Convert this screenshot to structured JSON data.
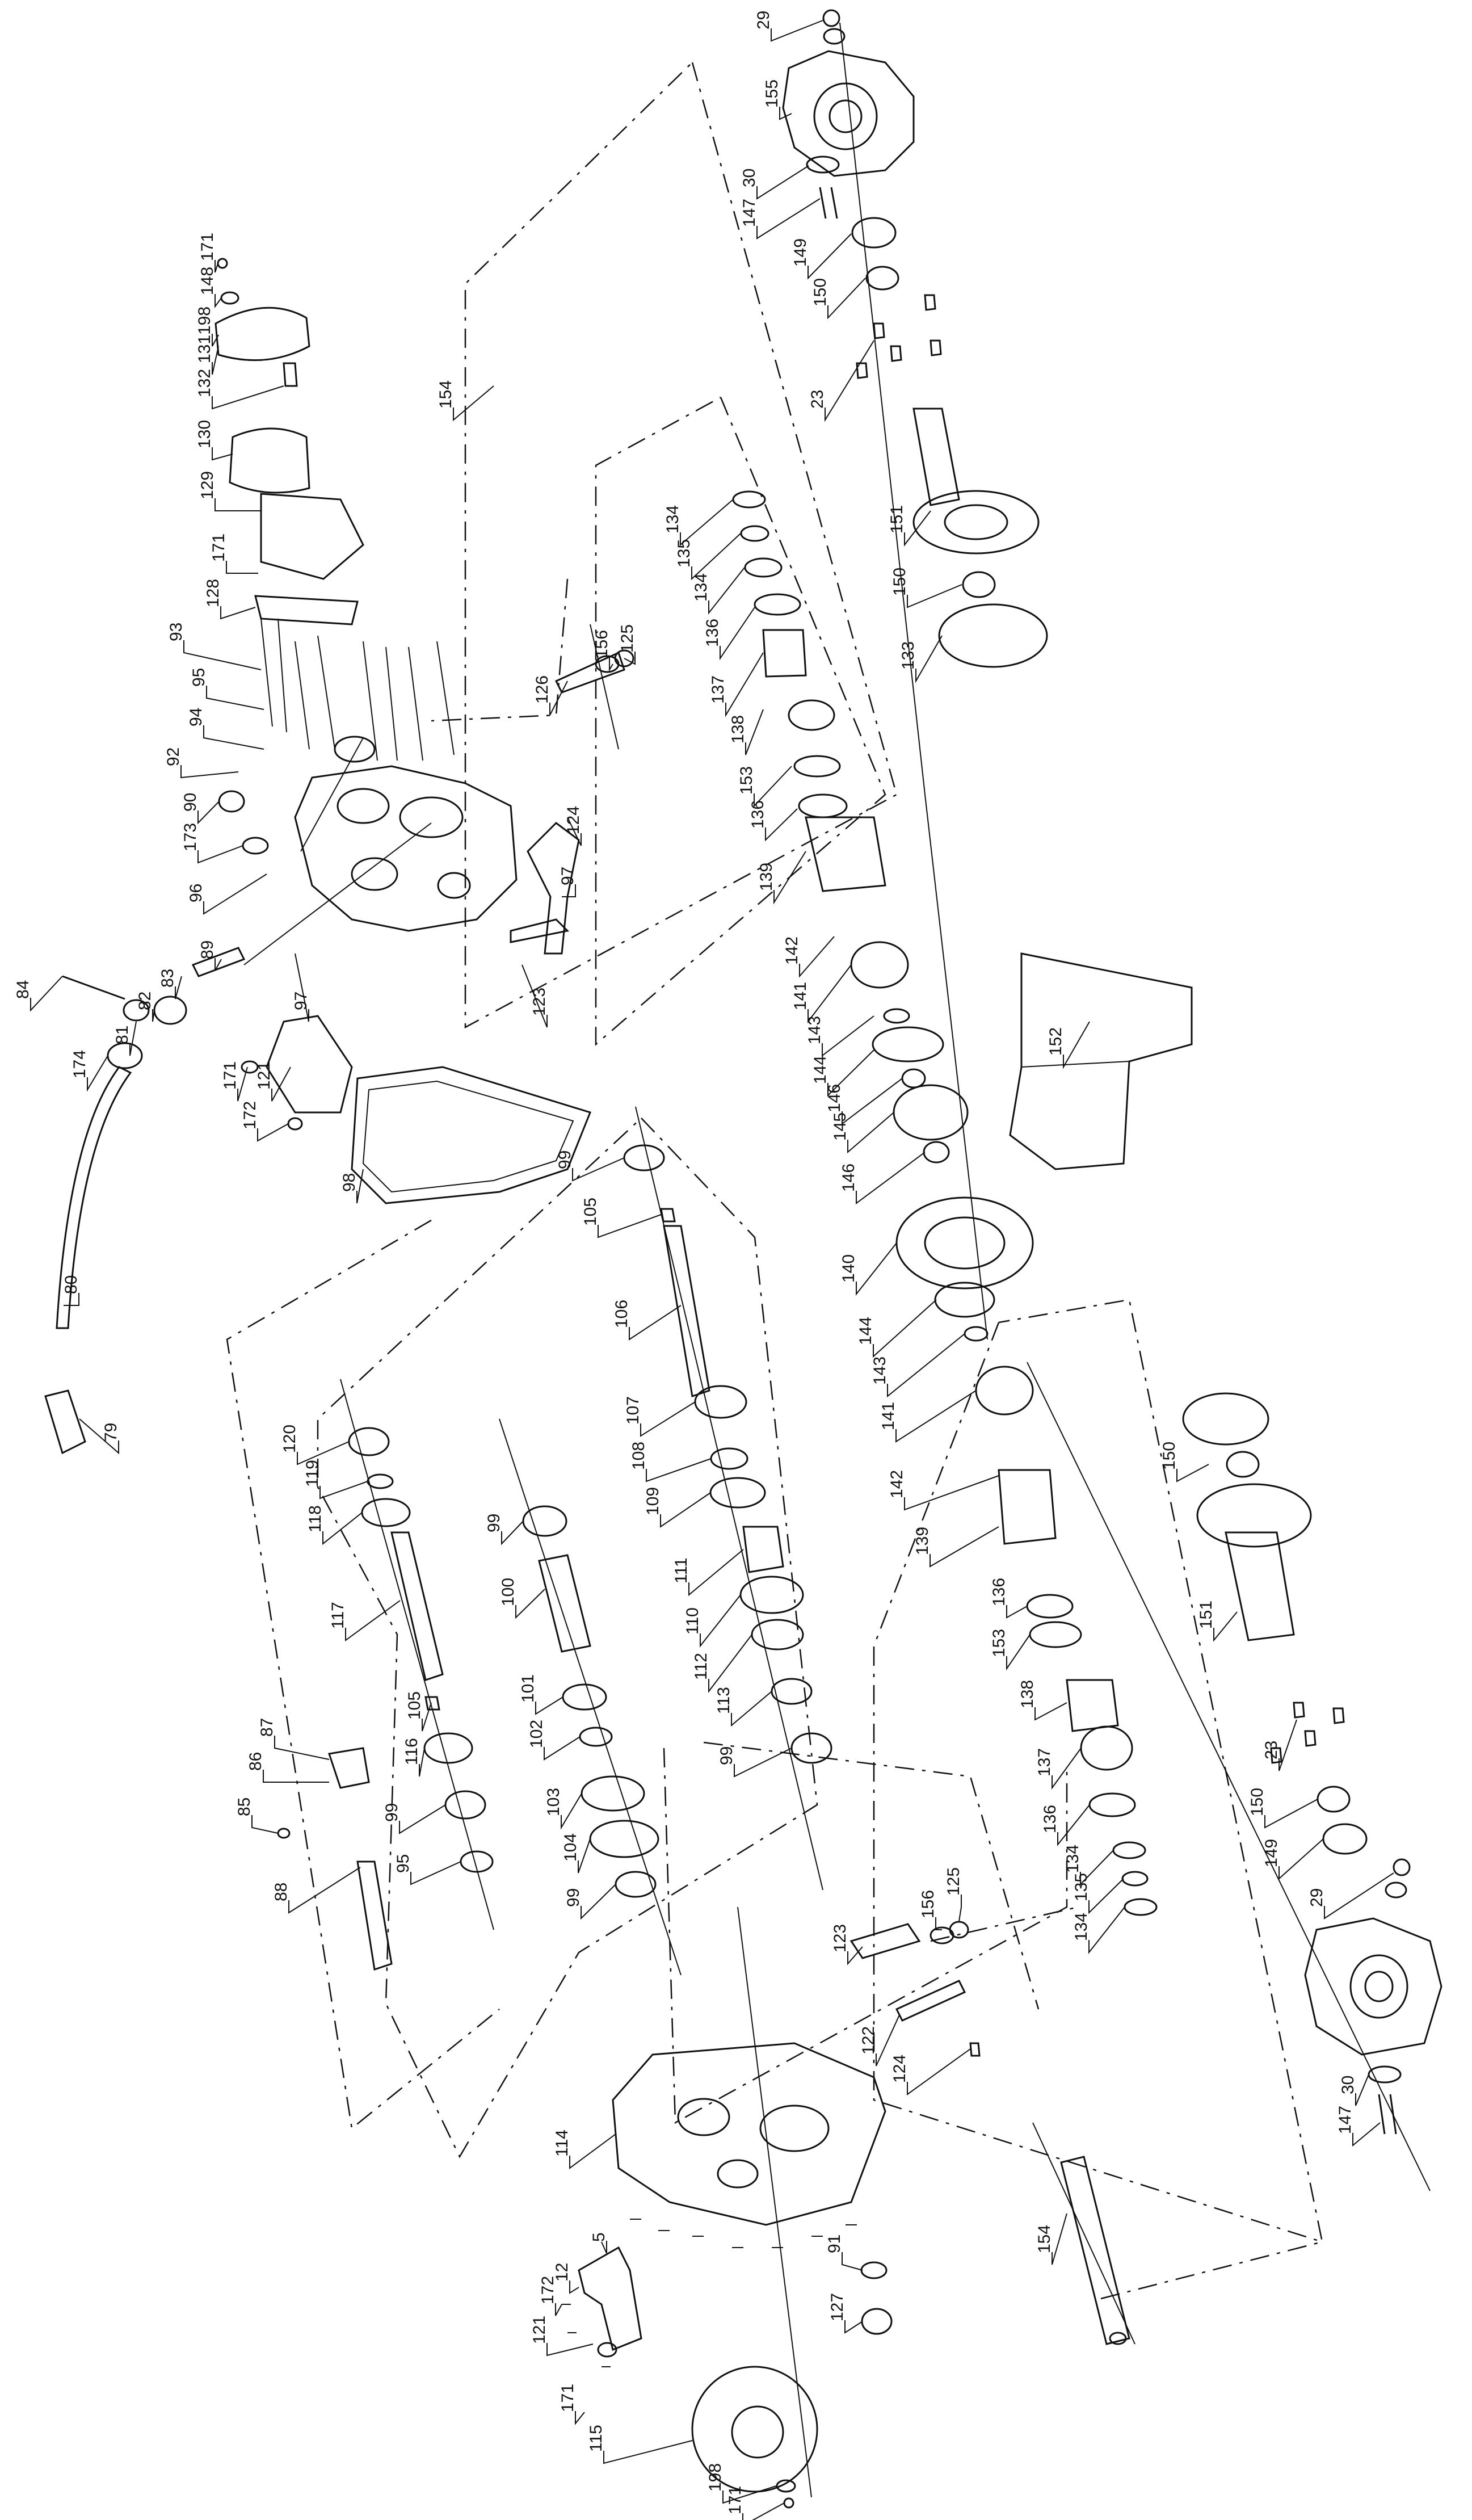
{
  "diagram": {
    "labels": [
      {
        "id": "l1",
        "text": "29"
      },
      {
        "id": "l2",
        "text": "155"
      },
      {
        "id": "l3",
        "text": "30"
      },
      {
        "id": "l4",
        "text": "147"
      },
      {
        "id": "l5",
        "text": "149"
      },
      {
        "id": "l6",
        "text": "150"
      },
      {
        "id": "l7",
        "text": "23"
      },
      {
        "id": "l8",
        "text": "151"
      },
      {
        "id": "l9",
        "text": "150"
      },
      {
        "id": "l10",
        "text": "133"
      },
      {
        "id": "l11",
        "text": "154"
      },
      {
        "id": "l12",
        "text": "134"
      },
      {
        "id": "l13",
        "text": "135"
      },
      {
        "id": "l14",
        "text": "134"
      },
      {
        "id": "l15",
        "text": "136"
      },
      {
        "id": "l16",
        "text": "137"
      },
      {
        "id": "l17",
        "text": "138"
      },
      {
        "id": "l18",
        "text": "153"
      },
      {
        "id": "l19",
        "text": "136"
      },
      {
        "id": "l20",
        "text": "139"
      },
      {
        "id": "l21",
        "text": "142"
      },
      {
        "id": "l22",
        "text": "141"
      },
      {
        "id": "l23",
        "text": "143"
      },
      {
        "id": "l24",
        "text": "144"
      },
      {
        "id": "l25",
        "text": "146"
      },
      {
        "id": "l26",
        "text": "145"
      },
      {
        "id": "l27",
        "text": "146"
      },
      {
        "id": "l28",
        "text": "140"
      },
      {
        "id": "l29",
        "text": "144"
      },
      {
        "id": "l30",
        "text": "143"
      },
      {
        "id": "l31",
        "text": "141"
      },
      {
        "id": "l32",
        "text": "142"
      },
      {
        "id": "l33",
        "text": "139"
      },
      {
        "id": "l34",
        "text": "136"
      },
      {
        "id": "l35",
        "text": "153"
      },
      {
        "id": "l36",
        "text": "138"
      },
      {
        "id": "l37",
        "text": "137"
      },
      {
        "id": "l38",
        "text": "136"
      },
      {
        "id": "l39",
        "text": "134"
      },
      {
        "id": "l40",
        "text": "135"
      },
      {
        "id": "l41",
        "text": "134"
      },
      {
        "id": "l42",
        "text": "152"
      },
      {
        "id": "l43",
        "text": "150"
      },
      {
        "id": "l44",
        "text": "151"
      },
      {
        "id": "l45",
        "text": "23"
      },
      {
        "id": "l46",
        "text": "150"
      },
      {
        "id": "l47",
        "text": "149"
      },
      {
        "id": "l48",
        "text": "29"
      },
      {
        "id": "l49",
        "text": "30"
      },
      {
        "id": "l50",
        "text": "147"
      },
      {
        "id": "l51",
        "text": "171"
      },
      {
        "id": "l52",
        "text": "148"
      },
      {
        "id": "l53",
        "text": "198"
      },
      {
        "id": "l54",
        "text": "131"
      },
      {
        "id": "l55",
        "text": "132"
      },
      {
        "id": "l56",
        "text": "130"
      },
      {
        "id": "l57",
        "text": "129"
      },
      {
        "id": "l58",
        "text": "171"
      },
      {
        "id": "l59",
        "text": "128"
      },
      {
        "id": "l60",
        "text": "93"
      },
      {
        "id": "l61",
        "text": "95"
      },
      {
        "id": "l62",
        "text": "94"
      },
      {
        "id": "l63",
        "text": "92"
      },
      {
        "id": "l64",
        "text": "90"
      },
      {
        "id": "l65",
        "text": "173"
      },
      {
        "id": "l66",
        "text": "96"
      },
      {
        "id": "l67",
        "text": "97"
      },
      {
        "id": "l68",
        "text": "97"
      },
      {
        "id": "l69",
        "text": "126"
      },
      {
        "id": "l70",
        "text": "156"
      },
      {
        "id": "l71",
        "text": "125"
      },
      {
        "id": "l72",
        "text": "124"
      },
      {
        "id": "l73",
        "text": "123"
      },
      {
        "id": "l74",
        "text": "84"
      },
      {
        "id": "l75",
        "text": "81"
      },
      {
        "id": "l76",
        "text": "82"
      },
      {
        "id": "l77",
        "text": "83"
      },
      {
        "id": "l78",
        "text": "89"
      },
      {
        "id": "l79",
        "text": "174"
      },
      {
        "id": "l80",
        "text": "171"
      },
      {
        "id": "l81",
        "text": "121"
      },
      {
        "id": "l82",
        "text": "172"
      },
      {
        "id": "l83",
        "text": "98"
      },
      {
        "id": "l84",
        "text": "80"
      },
      {
        "id": "l85",
        "text": "79"
      },
      {
        "id": "l86",
        "text": "99"
      },
      {
        "id": "l87",
        "text": "105"
      },
      {
        "id": "l88",
        "text": "106"
      },
      {
        "id": "l89",
        "text": "107"
      },
      {
        "id": "l90",
        "text": "108"
      },
      {
        "id": "l91",
        "text": "109"
      },
      {
        "id": "l92",
        "text": "111"
      },
      {
        "id": "l93",
        "text": "110"
      },
      {
        "id": "l94",
        "text": "112"
      },
      {
        "id": "l95",
        "text": "113"
      },
      {
        "id": "l96",
        "text": "99"
      },
      {
        "id": "l97",
        "text": "120"
      },
      {
        "id": "l98",
        "text": "119"
      },
      {
        "id": "l99",
        "text": "118"
      },
      {
        "id": "l100",
        "text": "117"
      },
      {
        "id": "l101",
        "text": "105"
      },
      {
        "id": "l102",
        "text": "116"
      },
      {
        "id": "l103",
        "text": "99"
      },
      {
        "id": "l104",
        "text": "95"
      },
      {
        "id": "l105",
        "text": "99"
      },
      {
        "id": "l106",
        "text": "100"
      },
      {
        "id": "l107",
        "text": "101"
      },
      {
        "id": "l108",
        "text": "102"
      },
      {
        "id": "l109",
        "text": "103"
      },
      {
        "id": "l110",
        "text": "104"
      },
      {
        "id": "l111",
        "text": "99"
      },
      {
        "id": "l112",
        "text": "87"
      },
      {
        "id": "l113",
        "text": "86"
      },
      {
        "id": "l114",
        "text": "85"
      },
      {
        "id": "l115",
        "text": "88"
      },
      {
        "id": "l116",
        "text": "123"
      },
      {
        "id": "l117",
        "text": "156"
      },
      {
        "id": "l118",
        "text": "125"
      },
      {
        "id": "l119",
        "text": "122"
      },
      {
        "id": "l120",
        "text": "124"
      },
      {
        "id": "l121",
        "text": "114"
      },
      {
        "id": "l122",
        "text": "91"
      },
      {
        "id": "l123",
        "text": "127"
      },
      {
        "id": "l124",
        "text": "154"
      },
      {
        "id": "l125",
        "text": "5"
      },
      {
        "id": "l126",
        "text": "12"
      },
      {
        "id": "l127",
        "text": "172"
      },
      {
        "id": "l128",
        "text": "121"
      },
      {
        "id": "l129",
        "text": "171"
      },
      {
        "id": "l130",
        "text": "115"
      },
      {
        "id": "l131",
        "text": "198"
      },
      {
        "id": "l132",
        "text": "171"
      }
    ]
  }
}
